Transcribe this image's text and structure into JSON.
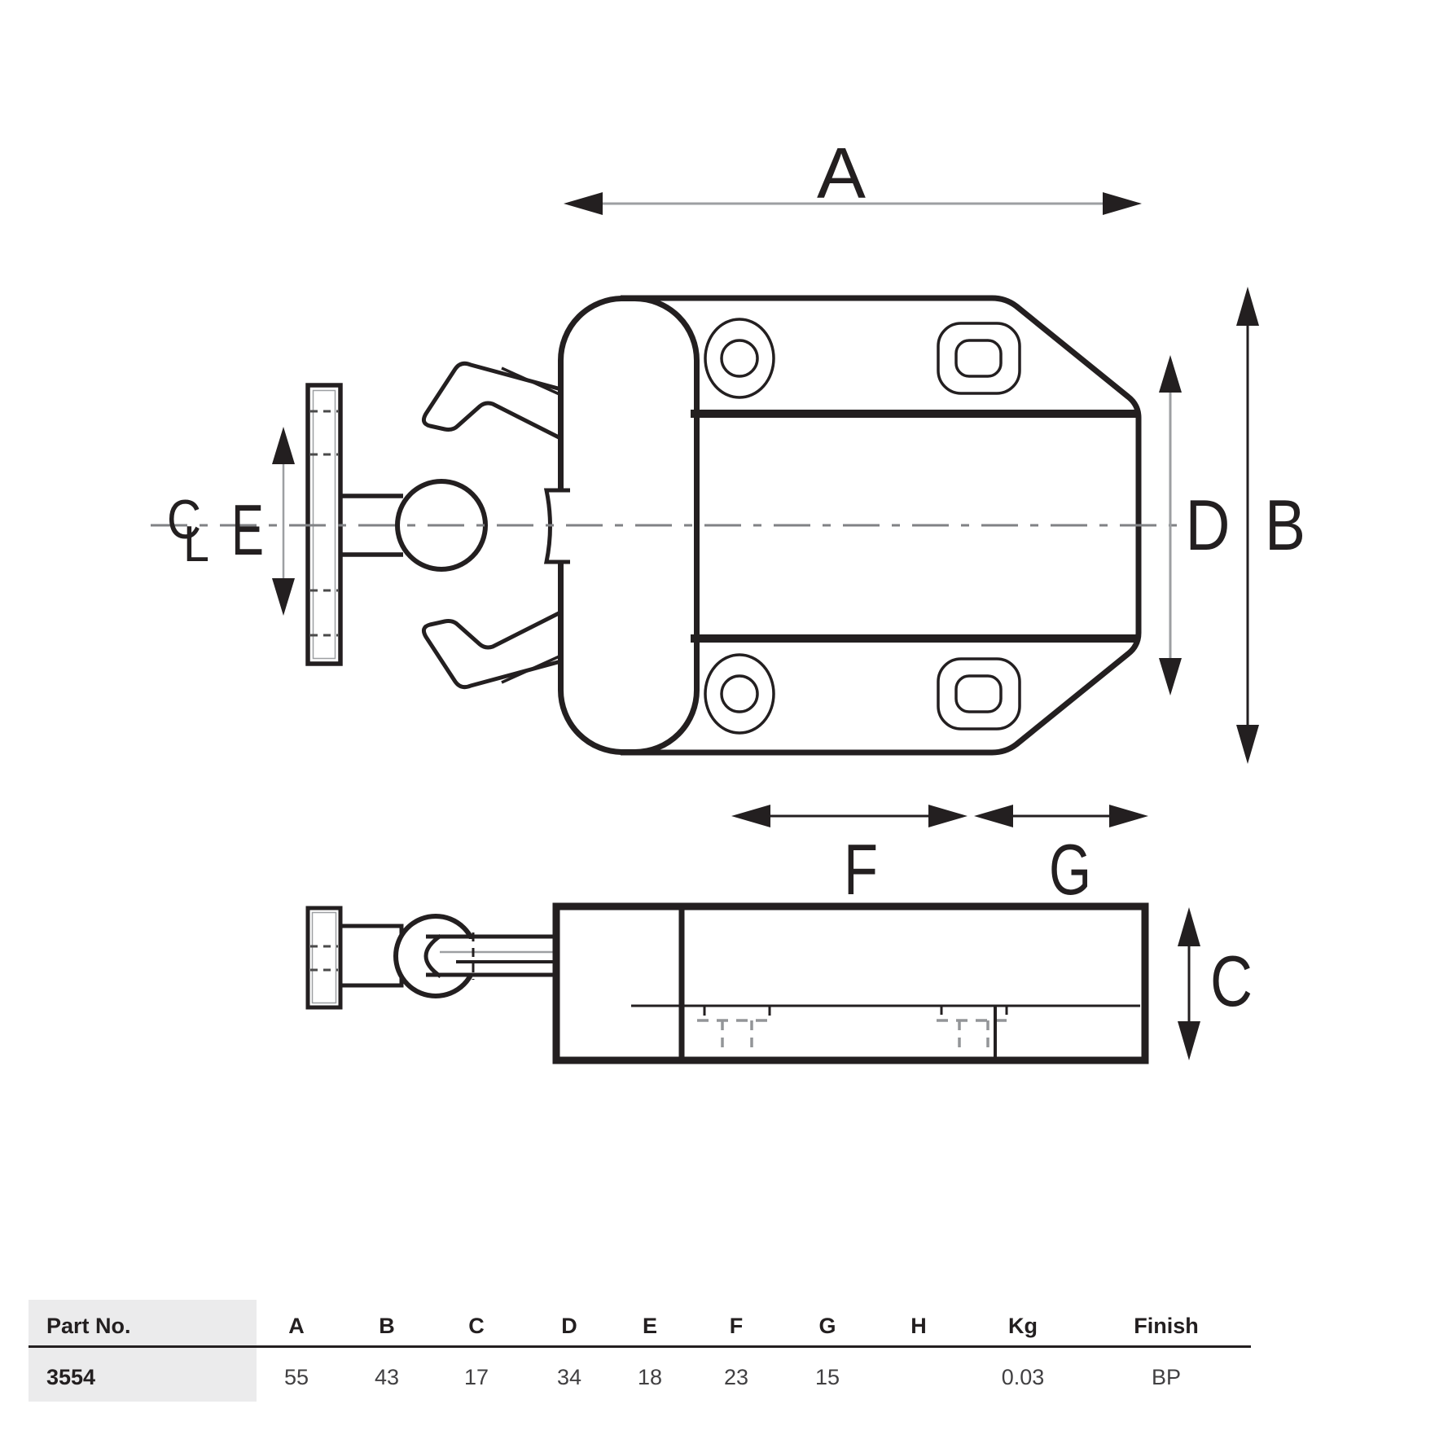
{
  "drawing": {
    "dimension_labels": {
      "a": "A",
      "b": "B",
      "c": "C",
      "d": "D",
      "e": "E",
      "f": "F",
      "g": "G"
    },
    "centerline_mark": {
      "c": "C",
      "l": "L"
    },
    "views": {
      "top_view": "door catch body with keeper, ball stud and spring claws",
      "side_view": "door catch body side profile with keeper plate"
    }
  },
  "table": {
    "headers": {
      "part_no": "Part No.",
      "a": "A",
      "b": "B",
      "c": "C",
      "d": "D",
      "e": "E",
      "f": "F",
      "g": "G",
      "h": "H",
      "kg": "Kg",
      "finish": "Finish"
    },
    "row": {
      "part_no": "3554",
      "a": "55",
      "b": "43",
      "c": "17",
      "d": "34",
      "e": "18",
      "f": "23",
      "g": "15",
      "h": "",
      "kg": "0.03",
      "finish": "BP"
    }
  },
  "colors": {
    "line": "#231f20",
    "dim_gray": "#9d9fa2",
    "center_gray": "#808285",
    "detail_gray": "#939598",
    "table_header_bg": "#ebebec"
  }
}
